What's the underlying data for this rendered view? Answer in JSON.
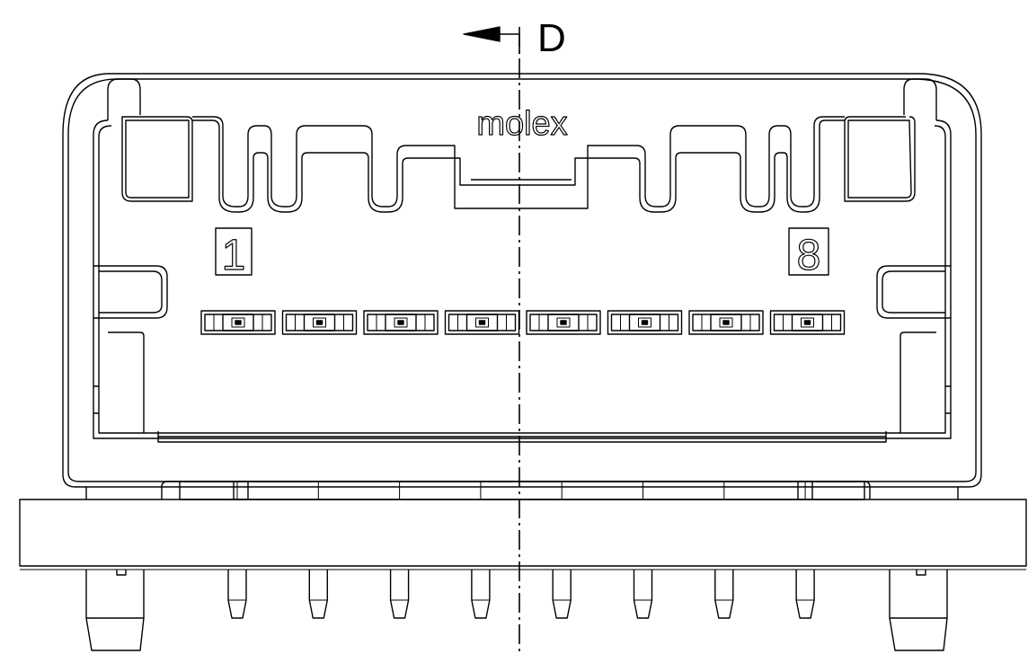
{
  "section_marker": {
    "label": "D"
  },
  "brand": {
    "text": "molex"
  },
  "pin_labels": {
    "first": "1",
    "last": "8"
  },
  "pin_count": 8,
  "colors": {
    "line": "#000000",
    "background": "#ffffff"
  }
}
